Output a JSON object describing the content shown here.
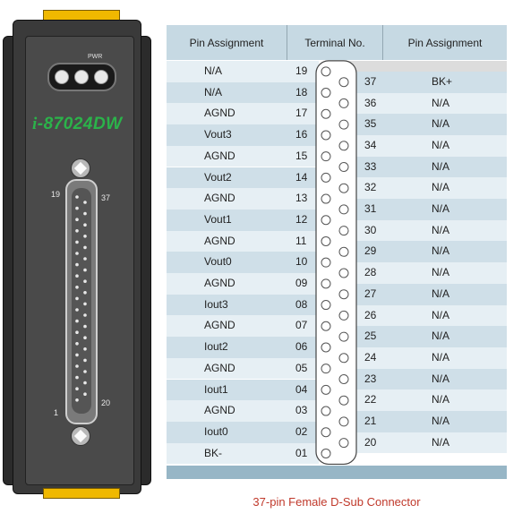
{
  "device": {
    "led_label": "PWR",
    "model_prefix": "i",
    "model_name": "-87024DW",
    "connector_labels": {
      "top_left": "19",
      "top_right": "37",
      "bottom_left": "1",
      "bottom_right": "20"
    }
  },
  "table": {
    "headers": {
      "left": "Pin Assignment",
      "center": "Terminal No.",
      "right": "Pin Assignment"
    },
    "left_rows": [
      {
        "assignment": "N/A",
        "terminal": "19"
      },
      {
        "assignment": "N/A",
        "terminal": "18"
      },
      {
        "assignment": "AGND",
        "terminal": "17"
      },
      {
        "assignment": "Vout3",
        "terminal": "16"
      },
      {
        "assignment": "AGND",
        "terminal": "15"
      },
      {
        "assignment": "Vout2",
        "terminal": "14"
      },
      {
        "assignment": "AGND",
        "terminal": "13"
      },
      {
        "assignment": "Vout1",
        "terminal": "12"
      },
      {
        "assignment": "AGND",
        "terminal": "11"
      },
      {
        "assignment": "Vout0",
        "terminal": "10"
      },
      {
        "assignment": "AGND",
        "terminal": "09"
      },
      {
        "assignment": "Iout3",
        "terminal": "08"
      },
      {
        "assignment": "AGND",
        "terminal": "07"
      },
      {
        "assignment": "Iout2",
        "terminal": "06"
      },
      {
        "assignment": "AGND",
        "terminal": "05"
      },
      {
        "assignment": "Iout1",
        "terminal": "04"
      },
      {
        "assignment": "AGND",
        "terminal": "03"
      },
      {
        "assignment": "Iout0",
        "terminal": "02"
      },
      {
        "assignment": "BK-",
        "terminal": "01"
      }
    ],
    "right_rows": [
      {
        "terminal": "37",
        "assignment": "BK+"
      },
      {
        "terminal": "36",
        "assignment": "N/A"
      },
      {
        "terminal": "35",
        "assignment": "N/A"
      },
      {
        "terminal": "34",
        "assignment": "N/A"
      },
      {
        "terminal": "33",
        "assignment": "N/A"
      },
      {
        "terminal": "32",
        "assignment": "N/A"
      },
      {
        "terminal": "31",
        "assignment": "N/A"
      },
      {
        "terminal": "30",
        "assignment": "N/A"
      },
      {
        "terminal": "29",
        "assignment": "N/A"
      },
      {
        "terminal": "28",
        "assignment": "N/A"
      },
      {
        "terminal": "27",
        "assignment": "N/A"
      },
      {
        "terminal": "26",
        "assignment": "N/A"
      },
      {
        "terminal": "25",
        "assignment": "N/A"
      },
      {
        "terminal": "24",
        "assignment": "N/A"
      },
      {
        "terminal": "23",
        "assignment": "N/A"
      },
      {
        "terminal": "22",
        "assignment": "N/A"
      },
      {
        "terminal": "21",
        "assignment": "N/A"
      },
      {
        "terminal": "20",
        "assignment": "N/A"
      }
    ]
  },
  "caption": "37-pin Female D-Sub Connector",
  "colors": {
    "header_bg": "#c6d9e3",
    "row_light": "#e6eff4",
    "row_dark": "#cfdfe8",
    "model_text": "#2bb34a",
    "caption_text": "#c0392b",
    "device_body": "#3a3a3a",
    "clip": "#f0b800"
  }
}
